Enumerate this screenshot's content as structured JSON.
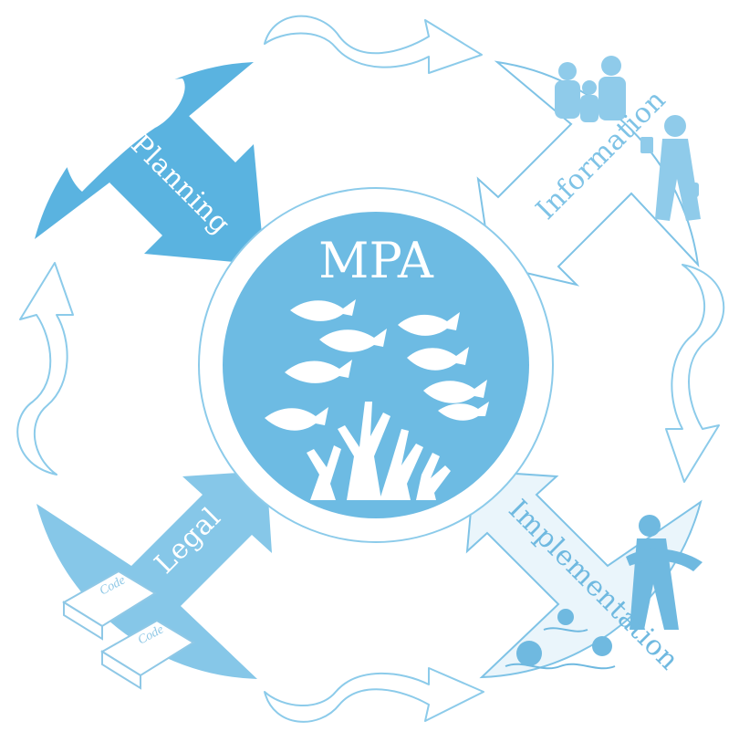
{
  "center": {
    "title": "MPA"
  },
  "quadrants": [
    {
      "id": "planning",
      "label": "Planning"
    },
    {
      "id": "information",
      "label": "Information"
    },
    {
      "id": "legal",
      "label": "Legal"
    },
    {
      "id": "implementation",
      "label": "Implementation"
    }
  ],
  "legal_book_label": "Code",
  "colors": {
    "planning": "#5ab3e0",
    "information_fill": "#ffffff",
    "information_stroke": "#7fc3e6",
    "legal": "#86c7e8",
    "implementation_fill": "#eaf5fb",
    "implementation_stroke": "#7fc3e6",
    "center": "#6dbbe3",
    "cycle_arrow": "#8ccbea"
  },
  "icons": {
    "planning": "people-meeting-table-icon",
    "information": "family-and-presenter-icon",
    "legal": "code-books-icon",
    "implementation": "fisherman-and-buoys-icon",
    "center": "fish-and-coral-icon"
  }
}
